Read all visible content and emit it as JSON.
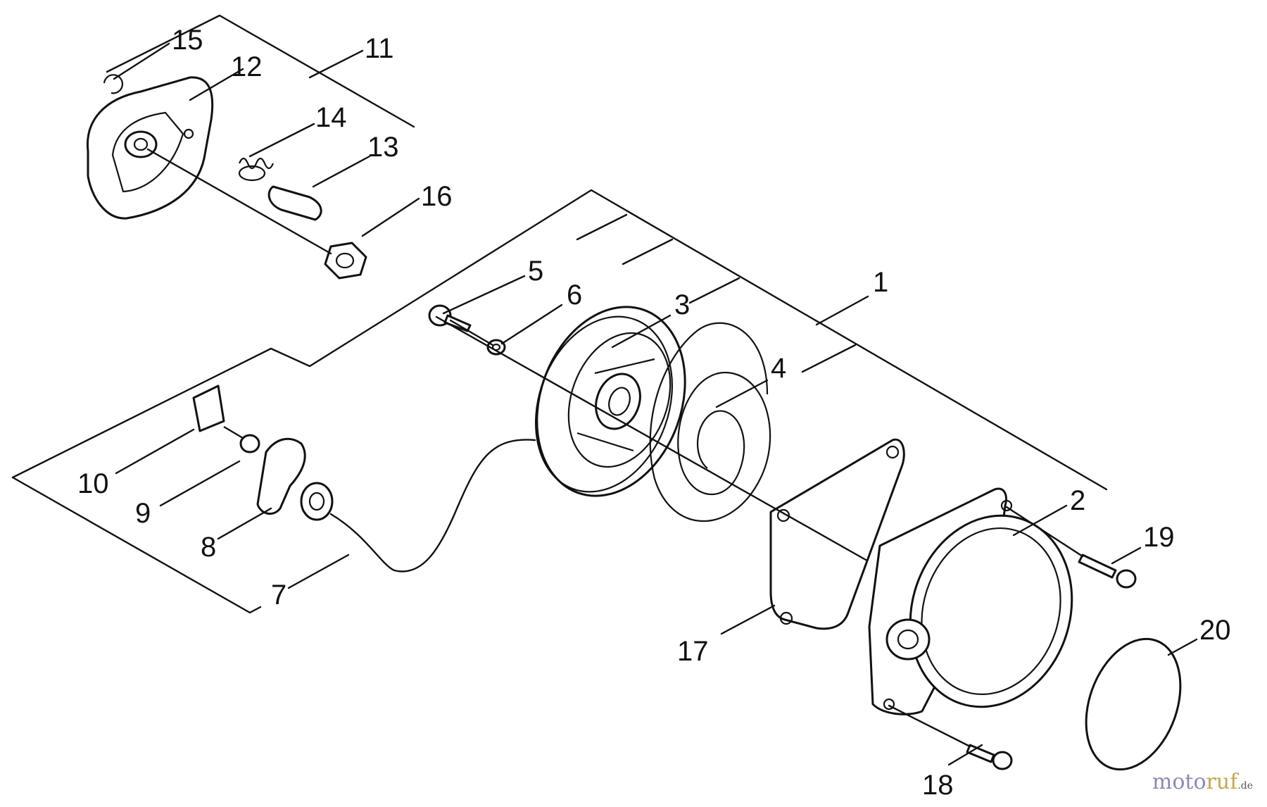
{
  "diagram": {
    "type": "exploded-parts-view",
    "callouts": [
      "1",
      "2",
      "3",
      "4",
      "5",
      "6",
      "7",
      "8",
      "9",
      "10",
      "11",
      "12",
      "13",
      "14",
      "15",
      "16",
      "17",
      "18",
      "19",
      "20"
    ]
  },
  "watermark": {
    "part1": "moto",
    "part2": "ruf",
    "suffix": ".de"
  },
  "colors": {
    "lines": "#111111",
    "background": "#ffffff",
    "watermark_blue": "#8a8ab8",
    "watermark_gold": "#c9a64a"
  }
}
